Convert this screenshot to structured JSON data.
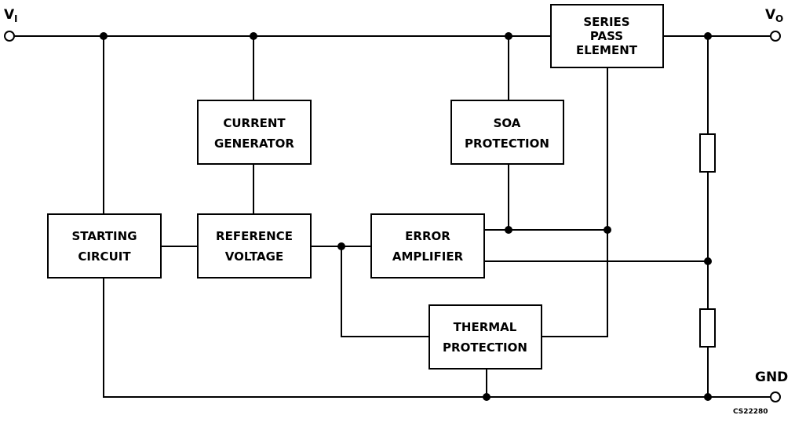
{
  "terminals": {
    "vin": {
      "main": "V",
      "sub": "I"
    },
    "vout": {
      "main": "V",
      "sub": "O"
    },
    "gnd": {
      "label": "GND"
    }
  },
  "blocks": {
    "series_pass": {
      "lines": [
        "SERIES",
        "PASS",
        "ELEMENT"
      ]
    },
    "current_generator": {
      "lines": [
        "CURRENT",
        "GENERATOR"
      ]
    },
    "soa_protection": {
      "lines": [
        "SOA",
        "PROTECTION"
      ]
    },
    "starting_circuit": {
      "lines": [
        "STARTING",
        "CIRCUIT"
      ]
    },
    "reference_voltage": {
      "lines": [
        "REFERENCE",
        "VOLTAGE"
      ]
    },
    "error_amplifier": {
      "lines": [
        "ERROR",
        "AMPLIFIER"
      ]
    },
    "thermal_protection": {
      "lines": [
        "THERMAL",
        "PROTECTION"
      ]
    }
  },
  "diagram_code": "CS22280"
}
